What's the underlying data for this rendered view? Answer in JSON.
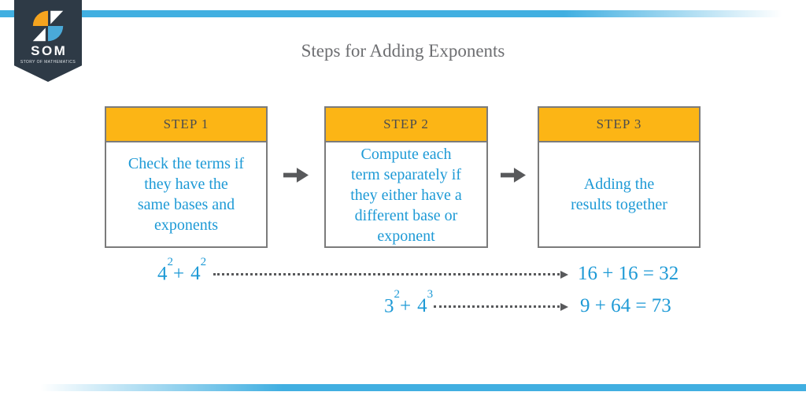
{
  "brand": {
    "name": "SOM",
    "tagline": "STORY OF MATHEMATICS"
  },
  "title": "Steps for Adding Exponents",
  "steps": [
    {
      "header": "STEP 1",
      "body": "Check the terms if\nthey have the\nsame bases and\nexponents"
    },
    {
      "header": "STEP 2",
      "body": "Compute each\nterm separately if\nthey either have a\ndifferent base or\nexponent"
    },
    {
      "header": "STEP 3",
      "body": "Adding the\nresults together"
    }
  ],
  "examples": [
    {
      "term1_base": "4",
      "term1_exp": "2",
      "operator": "+",
      "term2_base": "4",
      "term2_exp": "2",
      "result": "16 + 16 = 32"
    },
    {
      "term1_base": "3",
      "term1_exp": "2",
      "operator": "+",
      "term2_base": "4",
      "term2_exp": "3",
      "result": "9 + 64 = 73"
    }
  ],
  "colors": {
    "stripe_blue": "#41afe1",
    "step_header_orange": "#fcb515",
    "step_border_gray": "#7b7b7b",
    "text_blue": "#1e9ad6",
    "arrow_gray": "#58595b",
    "title_gray": "#6d6e71",
    "badge_navy": "#2e3a46",
    "logo_orange": "#f5a41f",
    "logo_blue": "#4aa9d8"
  }
}
